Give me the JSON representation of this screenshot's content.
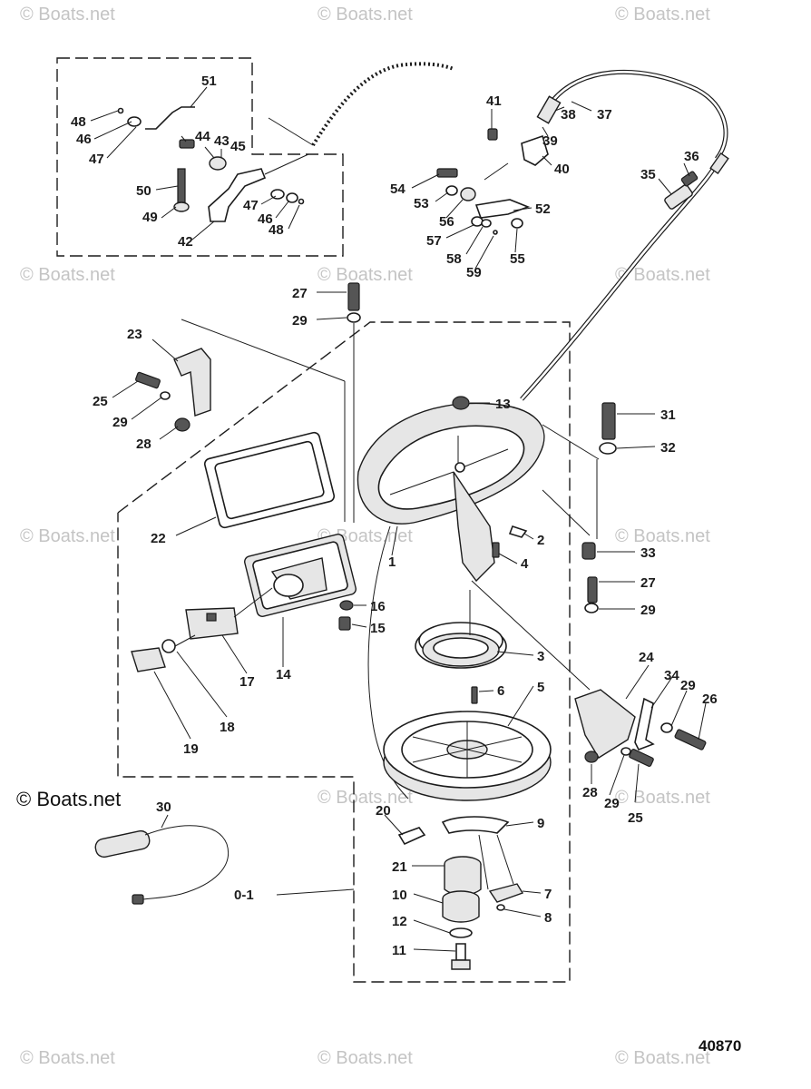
{
  "watermark": "© Boats.net",
  "banner": "© Boats.net",
  "figure_number": "40870",
  "part_numbers": {
    "p0_1": "0-1",
    "p1": "1",
    "p2": "2",
    "p3": "3",
    "p4": "4",
    "p5": "5",
    "p6": "6",
    "p7": "7",
    "p8": "8",
    "p9": "9",
    "p10": "10",
    "p11": "11",
    "p12": "12",
    "p13": "13",
    "p14": "14",
    "p15": "15",
    "p16": "16",
    "p17": "17",
    "p18": "18",
    "p19": "19",
    "p20": "20",
    "p21": "21",
    "p22": "22",
    "p23": "23",
    "p24": "24",
    "p25a": "25",
    "p25b": "25",
    "p26": "26",
    "p27a": "27",
    "p27b": "27",
    "p28a": "28",
    "p28b": "28",
    "p29a": "29",
    "p29b": "29",
    "p29c": "29",
    "p29d": "29",
    "p29e": "29",
    "p30": "30",
    "p31": "31",
    "p32": "32",
    "p33": "33",
    "p34": "34",
    "p35": "35",
    "p36": "36",
    "p37": "37",
    "p38": "38",
    "p39": "39",
    "p40": "40",
    "p41": "41",
    "p42": "42",
    "p43": "43",
    "p44": "44",
    "p45": "45",
    "p46a": "46",
    "p46b": "46",
    "p47a": "47",
    "p47b": "47",
    "p48a": "48",
    "p48b": "48",
    "p49": "49",
    "p50": "50",
    "p51": "51",
    "p52": "52",
    "p53": "53",
    "p54": "54",
    "p55": "55",
    "p56": "56",
    "p57": "57",
    "p58": "58",
    "p59": "59"
  }
}
